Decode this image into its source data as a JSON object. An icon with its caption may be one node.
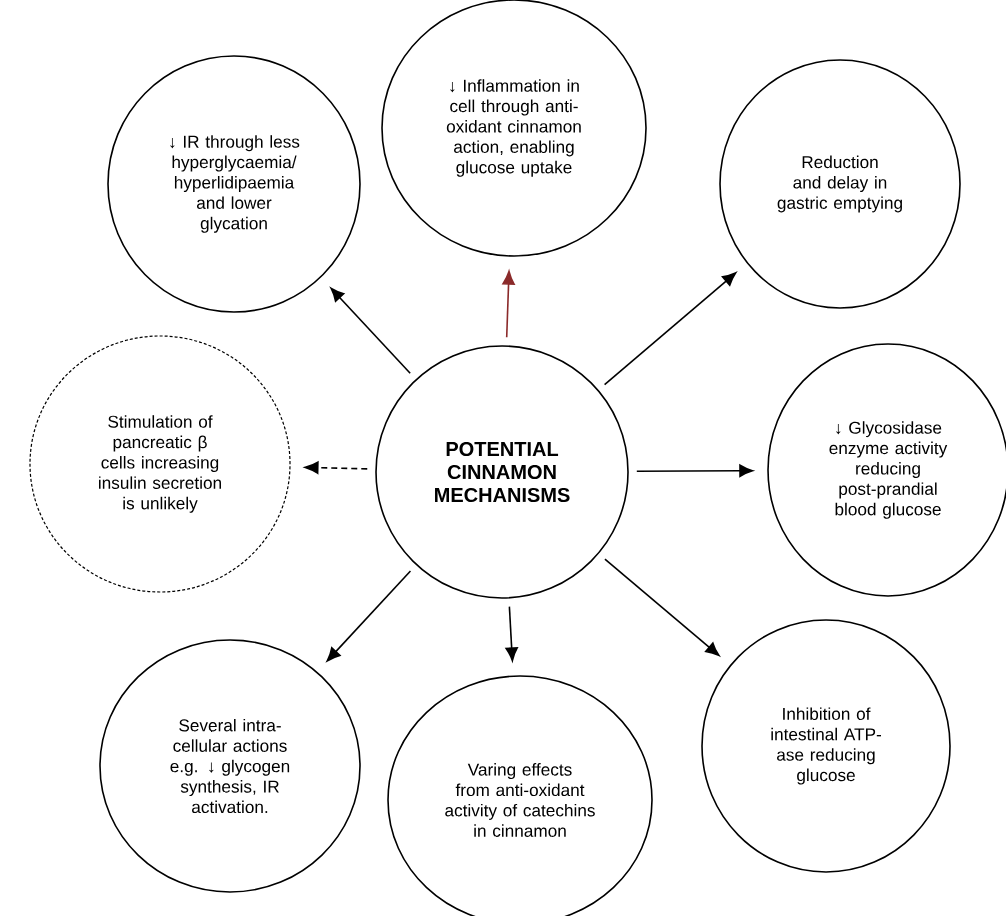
{
  "diagram": {
    "nodes": [
      {
        "text": [
          "POTENTIAL CINNAMON MECHANISMS"
        ]
      },
      {
        "text": [
          "↓ IR through less hyperglycaemia/ hyperlidipaemia and lower glycation"
        ]
      },
      {
        "text": [
          "↓ Inflammation in cell through anti-oxidant cinnamon action, enabling glucose uptake"
        ]
      },
      {
        "text": [
          "Reduction and delay in gastric emptying"
        ]
      },
      {
        "text": [
          "Stimulation of pancreatic β cells increasing insulin secretion is unlikely"
        ]
      },
      {
        "text": [
          "↓ Glycosidase enzyme activity reducing post-prandial blood glucose"
        ]
      },
      {
        "text": [
          "Several intra-cellular actions e.g. ↓ glycogen synthesis, IR activation."
        ]
      },
      {
        "text": [
          "Varing effects from anti-oxidant activity of catechins in cinnamon"
        ]
      },
      {
        "text": [
          "Inhibition of intestinal ATP-ase reducing glucose"
        ]
      }
    ],
    "edges": [
      {
        "from": 0,
        "to": 1,
        "arrow": "to"
      },
      {
        "from": 0,
        "to": 2,
        "arrow": "to",
        "color": "#8b2a2a"
      },
      {
        "from": 0,
        "to": 3,
        "arrow": "to"
      },
      {
        "from": 0,
        "to": 4,
        "arrow": "to",
        "style": "dashed"
      },
      {
        "from": 0,
        "to": 5,
        "arrow": "to"
      },
      {
        "from": 0,
        "to": 6,
        "arrow": "to"
      },
      {
        "from": 0,
        "to": 7,
        "arrow": "to"
      },
      {
        "from": 0,
        "to": 8,
        "arrow": "to"
      }
    ]
  }
}
